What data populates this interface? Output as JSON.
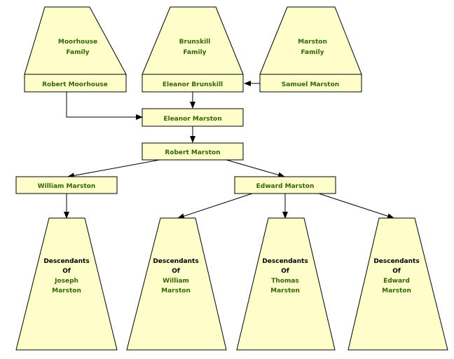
{
  "family_groups": [
    {
      "name": "Moorhouse",
      "suffix": "Family",
      "member": "Robert Moorhouse"
    },
    {
      "name": "Brunskill",
      "suffix": "Family",
      "member": "Eleanor Brunskill"
    },
    {
      "name": "Marston",
      "suffix": "Family",
      "member": "Samuel Marston"
    }
  ],
  "people": {
    "eleanor_marston": "Eleanor Marston",
    "robert_marston": "Robert Marston",
    "william_marston": "William Marston",
    "edward_marston": "Edward Marston"
  },
  "descendants": [
    {
      "prefix": "Descendants",
      "of": "Of",
      "first": "Joseph",
      "last": "Marston"
    },
    {
      "prefix": "Descendants",
      "of": "Of",
      "first": "William",
      "last": "Marston"
    },
    {
      "prefix": "Descendants",
      "of": "Of",
      "first": "Thomas",
      "last": "Marston"
    },
    {
      "prefix": "Descendants",
      "of": "Of",
      "first": "Edward",
      "last": "Marston"
    }
  ],
  "colors": {
    "box_fill": "#ffffcc",
    "text_green": "#336600",
    "text_black": "#000000"
  }
}
